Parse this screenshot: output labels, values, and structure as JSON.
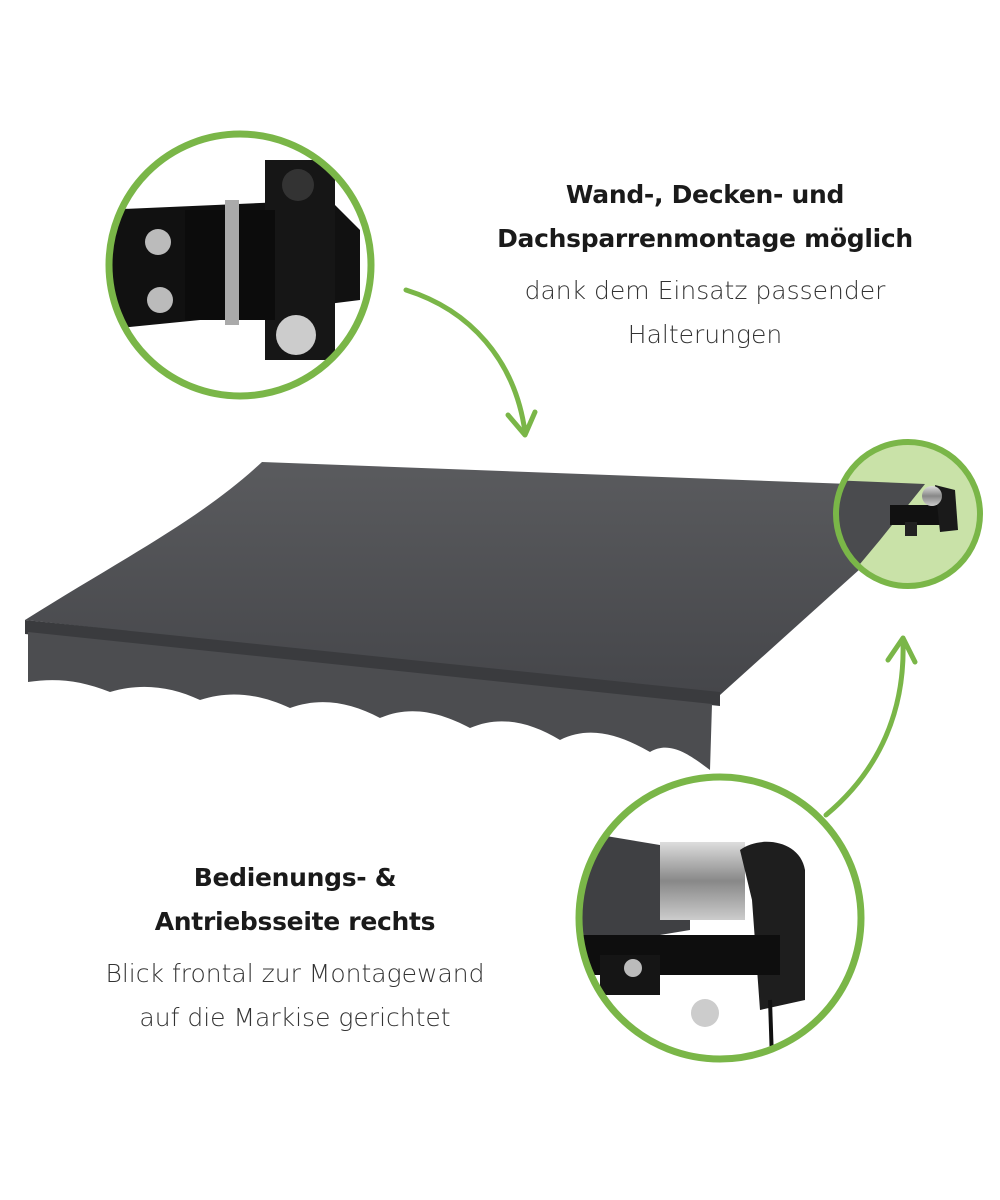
{
  "top_caption": {
    "title_line1": "Wand-, Decken- und",
    "title_line2": "Dachsparrenmontage möglich",
    "sub_line1": "dank dem Einsatz passender",
    "sub_line2": "Halterungen"
  },
  "bottom_caption": {
    "title_line1": "Bedienungs- &",
    "title_line2": "Antriebsseite rechts",
    "sub_line1": "Blick frontal zur Montagewand",
    "sub_line2": "auf die Markise gerichtet"
  },
  "colors": {
    "accent": "#7ab648",
    "highlight": "#c9e2a8",
    "fabric": "#4a4b4e"
  }
}
